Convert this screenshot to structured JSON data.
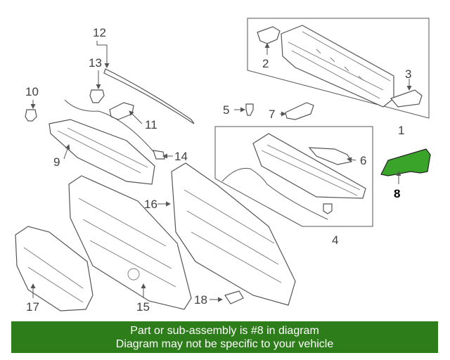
{
  "diagram": {
    "callouts": [
      "1",
      "2",
      "3",
      "4",
      "5",
      "6",
      "7",
      "8",
      "9",
      "10",
      "11",
      "12",
      "13",
      "14",
      "15",
      "16",
      "17",
      "18"
    ],
    "highlighted_part": "8",
    "highlight_color": "#3aa42a"
  },
  "banner": {
    "line1": "Part or sub-assembly is #8 in diagram",
    "line2": "Diagram may not be specific to your vehicle",
    "background": "#2e7d1b"
  }
}
